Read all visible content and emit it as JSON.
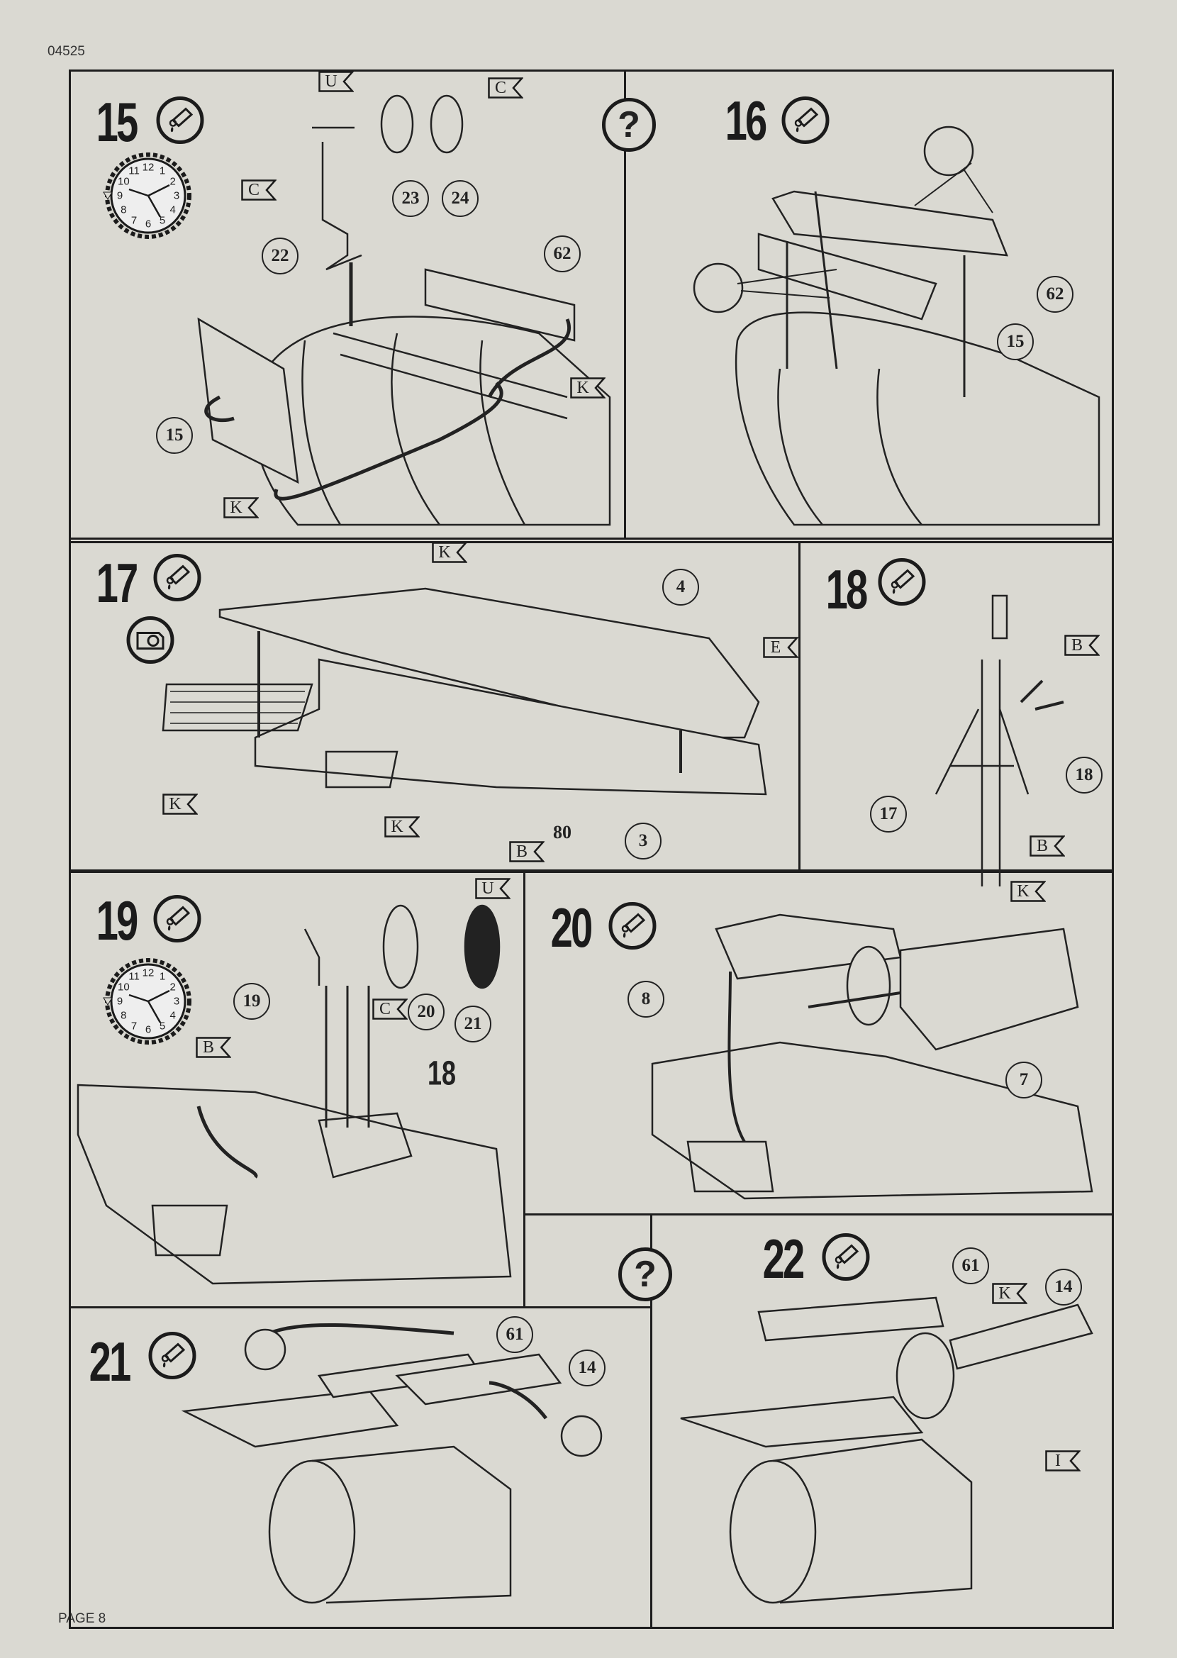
{
  "doc_code": "04525",
  "page_label": "PAGE 8",
  "question_mark": "?",
  "clock_numerals": [
    "12",
    "1",
    "2",
    "3",
    "4",
    "5",
    "6",
    "7",
    "8",
    "9",
    "10",
    "11"
  ],
  "steps": [
    {
      "number": "15",
      "glue": true,
      "clock": true,
      "callouts": [
        {
          "type": "flag",
          "text": "U"
        },
        {
          "type": "flag",
          "text": "C"
        },
        {
          "type": "flag",
          "text": "C"
        },
        {
          "type": "circle",
          "text": "23"
        },
        {
          "type": "circle",
          "text": "24"
        },
        {
          "type": "circle",
          "text": "22"
        },
        {
          "type": "circle",
          "text": "62"
        },
        {
          "type": "flag",
          "text": "K"
        },
        {
          "type": "circle",
          "text": "15"
        },
        {
          "type": "flag",
          "text": "K"
        }
      ]
    },
    {
      "number": "16",
      "glue": true,
      "callouts": [
        {
          "type": "circle",
          "text": "62"
        },
        {
          "type": "circle",
          "text": "15"
        }
      ]
    },
    {
      "number": "17",
      "glue": true,
      "decal": true,
      "callouts": [
        {
          "type": "flag",
          "text": "K"
        },
        {
          "type": "circle",
          "text": "4"
        },
        {
          "type": "flag",
          "text": "E"
        },
        {
          "type": "flag",
          "text": "K"
        },
        {
          "type": "flag",
          "text": "K"
        },
        {
          "type": "flag",
          "text": "B"
        },
        {
          "type": "text",
          "text": "80"
        },
        {
          "type": "circle",
          "text": "3"
        }
      ]
    },
    {
      "number": "18",
      "glue": true,
      "callouts": [
        {
          "type": "flag",
          "text": "B"
        },
        {
          "type": "circle",
          "text": "18"
        },
        {
          "type": "circle",
          "text": "17"
        },
        {
          "type": "flag",
          "text": "B"
        }
      ]
    },
    {
      "number": "19",
      "glue": true,
      "clock": true,
      "callouts": [
        {
          "type": "flag",
          "text": "U"
        },
        {
          "type": "flag",
          "text": "C"
        },
        {
          "type": "circle",
          "text": "20"
        },
        {
          "type": "circle",
          "text": "21"
        },
        {
          "type": "circle",
          "text": "19"
        },
        {
          "type": "flag",
          "text": "B"
        },
        {
          "type": "bold",
          "text": "18"
        }
      ]
    },
    {
      "number": "20",
      "glue": true,
      "callouts": [
        {
          "type": "flag",
          "text": "K"
        },
        {
          "type": "circle",
          "text": "8"
        },
        {
          "type": "circle",
          "text": "7"
        }
      ]
    },
    {
      "number": "21",
      "glue": true,
      "callouts": [
        {
          "type": "circle",
          "text": "61"
        },
        {
          "type": "circle",
          "text": "14"
        }
      ]
    },
    {
      "number": "22",
      "glue": true,
      "callouts": [
        {
          "type": "circle",
          "text": "61"
        },
        {
          "type": "flag",
          "text": "K"
        },
        {
          "type": "circle",
          "text": "14"
        },
        {
          "type": "flag",
          "text": "I"
        }
      ]
    }
  ]
}
